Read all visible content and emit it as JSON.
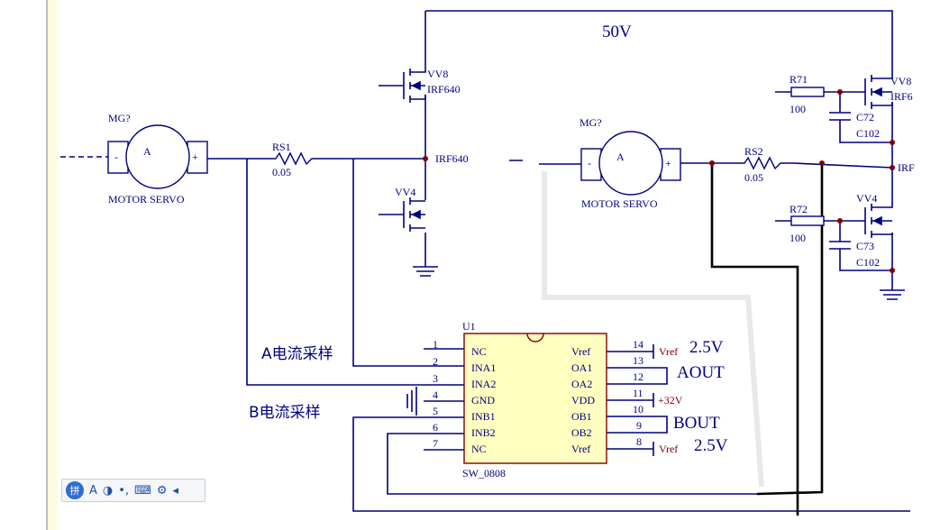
{
  "voltage_label": "50V",
  "motor1": {
    "ref": "MG?",
    "name": "MOTOR SERVO",
    "pin_minus": "-",
    "pin_plus": "+",
    "symbol": "A"
  },
  "motor2": {
    "ref": "MG?",
    "name": "MOTOR SERVO",
    "pin_minus": "-",
    "pin_plus": "+",
    "symbol": "A"
  },
  "rs1": {
    "ref": "RS1",
    "value": "0.05"
  },
  "rs2": {
    "ref": "RS2",
    "value": "0.05"
  },
  "mosfet_top_left": {
    "ref": "VV8",
    "part": "IRF640"
  },
  "mosfet_bottom_left": {
    "ref": "VV4"
  },
  "node_left": "IRF640",
  "mosfet_top_right": {
    "ref": "VV8",
    "part": "IRF6"
  },
  "mosfet_bottom_right": {
    "ref": "VV4"
  },
  "node_right": "IRF",
  "r71": {
    "ref": "R71",
    "value": "100"
  },
  "r72": {
    "ref": "R72",
    "value": "100"
  },
  "c72": {
    "ref": "C72",
    "value": "C102"
  },
  "c73": {
    "ref": "C73",
    "value": "C102"
  },
  "a_sense": "A电流采样",
  "b_sense": "B电流采样",
  "ic": {
    "ref": "U1",
    "part": "SW_0808",
    "left_pins": [
      {
        "num": "1",
        "name": "NC"
      },
      {
        "num": "2",
        "name": "INA1"
      },
      {
        "num": "3",
        "name": "INA2"
      },
      {
        "num": "4",
        "name": "GND"
      },
      {
        "num": "5",
        "name": "INB1"
      },
      {
        "num": "6",
        "name": "INB2"
      },
      {
        "num": "7",
        "name": "NC"
      }
    ],
    "right_pins": [
      {
        "num": "14",
        "name": "Vref"
      },
      {
        "num": "13",
        "name": "OA1"
      },
      {
        "num": "12",
        "name": "OA2"
      },
      {
        "num": "11",
        "name": "VDD"
      },
      {
        "num": "10",
        "name": "OB1"
      },
      {
        "num": "9",
        "name": "OB2"
      },
      {
        "num": "8",
        "name": "Vref"
      }
    ]
  },
  "net_vref_top": "Vref",
  "net_vref_bottom": "Vref",
  "net_32v": "+32V",
  "vref_top_value": "2.5V",
  "vref_bottom_value": "2.5V",
  "aout": "AOUT",
  "bout": "BOUT",
  "ime_toolbar": {
    "logo": "拼",
    "items": [
      "A",
      "◑",
      "•,",
      "⌨",
      "⚙",
      "◂"
    ]
  },
  "colors": {
    "wire": "#000080",
    "bold_wire": "#000000",
    "part": "#000080",
    "ic_fill": "#ffffc0",
    "power": "#800000",
    "background": "#ffffff",
    "sheet_edge": "#fffbe0"
  }
}
